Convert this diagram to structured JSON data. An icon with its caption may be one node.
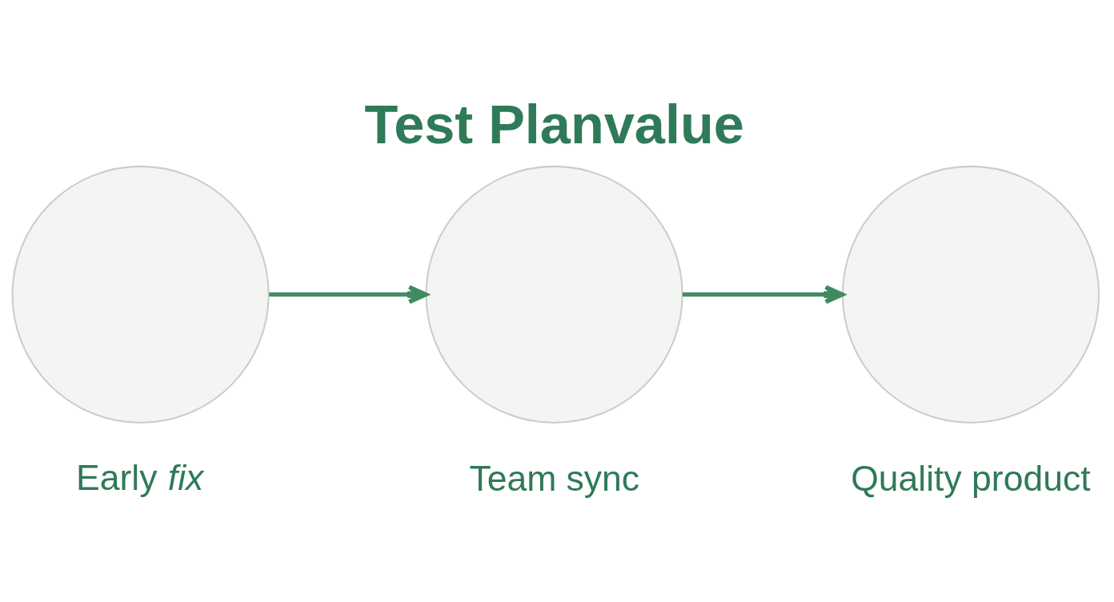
{
  "diagram": {
    "title": "Test Planvalue",
    "nodes": [
      {
        "text": [],
        "shape": "circle",
        "beside": [
          "Early *fix*"
        ]
      },
      {
        "text": [],
        "shape": "circle",
        "beside": [
          "Team sync"
        ]
      },
      {
        "text": [],
        "shape": "circle",
        "beside": [
          "Quality product"
        ]
      }
    ],
    "edges": [
      {
        "from": 0,
        "to": 1,
        "arrow": "to"
      },
      {
        "from": 1,
        "to": 2,
        "arrow": "to"
      }
    ]
  }
}
